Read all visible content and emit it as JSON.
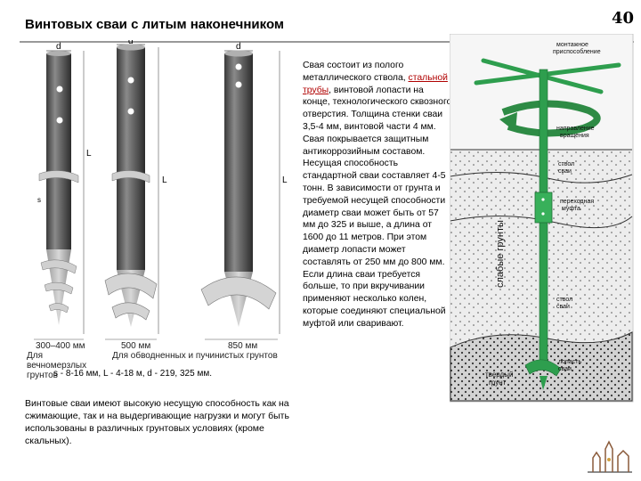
{
  "slide": {
    "title": "Винтовых сваи с литым наконечником",
    "number": "40"
  },
  "piles": {
    "dim_d": "d",
    "dim_L": "L",
    "dim_s": "s",
    "widths": [
      "300–400 мм",
      "500 мм",
      "850 мм"
    ],
    "captions": [
      "Для вечномерзлых грунтов",
      "Для обводненных и пучинистых грунтов"
    ],
    "spec": "s - 8-16 мм, L - 4-18 м, d - 219, 325 мм."
  },
  "description": {
    "before_link": "Свая состоит из полого металлического ствола,",
    "link": "стальной трубы",
    "after_link": ", винтовой лопасти на конце, технологического сквозного отверстия. Толщина стенки сваи 3,5-4 мм, винтовой части 4 мм. Свая покрывается защитным антикоррозийным составом. Несущая способность стандартной сваи составляет 4-5 тонн. В зависимости от грунта и требуемой несущей способности диаметр сваи может быть от 57 мм до 325 и выше, а длина от 1600 до 11 метров. При этом диаметр лопасти может составлять от 250 мм до 800 мм. Если длина сваи требуется больше, то при вкручивании применяют несколько колен, которые соединяют специальной муфтой или сваривают."
  },
  "bottom_text": "Винтовые сваи имеют высокую несущую способность как на сжимающие, так и на выдергивающие нагрузки и могут быть использованы в различных грунтовых условиях (кроме скальных).",
  "diagram": {
    "label_mount": [
      "монтажное",
      "приспособление"
    ],
    "label_direction": [
      "направление",
      "вращения"
    ],
    "label_weak_soil": "слабые грунты",
    "label_pile_trunk": [
      "ствол",
      "сваи"
    ],
    "label_coupling": [
      "переходная",
      "муфта"
    ],
    "label_pile_trunk_2": [
      "ствол",
      "сваи"
    ],
    "label_blade": [
      "лопасть",
      "сваи"
    ],
    "label_solid_soil": [
      "твердый",
      "грунт"
    ],
    "colors": {
      "pile_green": "#2e9e4e",
      "arrow_green": "#2e8b45",
      "pile_grey": "#6b6b6b",
      "weak_soil": "#e8e8e8",
      "solid_soil": "#c8c8c8"
    }
  }
}
